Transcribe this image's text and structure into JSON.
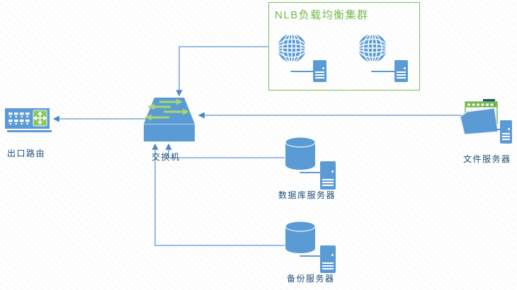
{
  "diagram": {
    "type": "network-topology",
    "cluster": {
      "title": "NLB负载均衡集群",
      "member_icons": [
        "web-server-icon",
        "web-server-icon"
      ]
    },
    "nodes": {
      "router": {
        "label": "出口路由",
        "icon": "router-icon"
      },
      "switch": {
        "label": "交换机",
        "icon": "switch-icon"
      },
      "database": {
        "label": "数据库服务器",
        "icon": "database-server-icon"
      },
      "backup": {
        "label": "备份服务器",
        "icon": "database-server-icon"
      },
      "file": {
        "label": "文件服务器",
        "icon": "file-server-icon"
      }
    },
    "edges": [
      {
        "from": "nlb-cluster",
        "to": "switch",
        "arrow_at": "switch-top"
      },
      {
        "from": "switch",
        "to": "router",
        "arrow_at": "router"
      },
      {
        "from": "file-server",
        "to": "switch",
        "arrow_at": "switch-right"
      },
      {
        "from": "database-server",
        "to": "switch",
        "arrow_at": "switch-bottom"
      },
      {
        "from": "backup-server",
        "to": "switch",
        "arrow_at": "switch-bottom"
      }
    ],
    "colors": {
      "shape_blue": "#5B9BD5",
      "connector_blue": "#5E96CE",
      "arrowhead_blue": "#4C86C8",
      "cluster_border_green": "#7FBE5D",
      "cluster_title_green": "#72BB49",
      "switch_arrow_green": "#A8D480",
      "router_pad_green": "#8CC560",
      "label_text": "#1F4E79",
      "folder_tab_teal": "#1F5C73"
    }
  }
}
